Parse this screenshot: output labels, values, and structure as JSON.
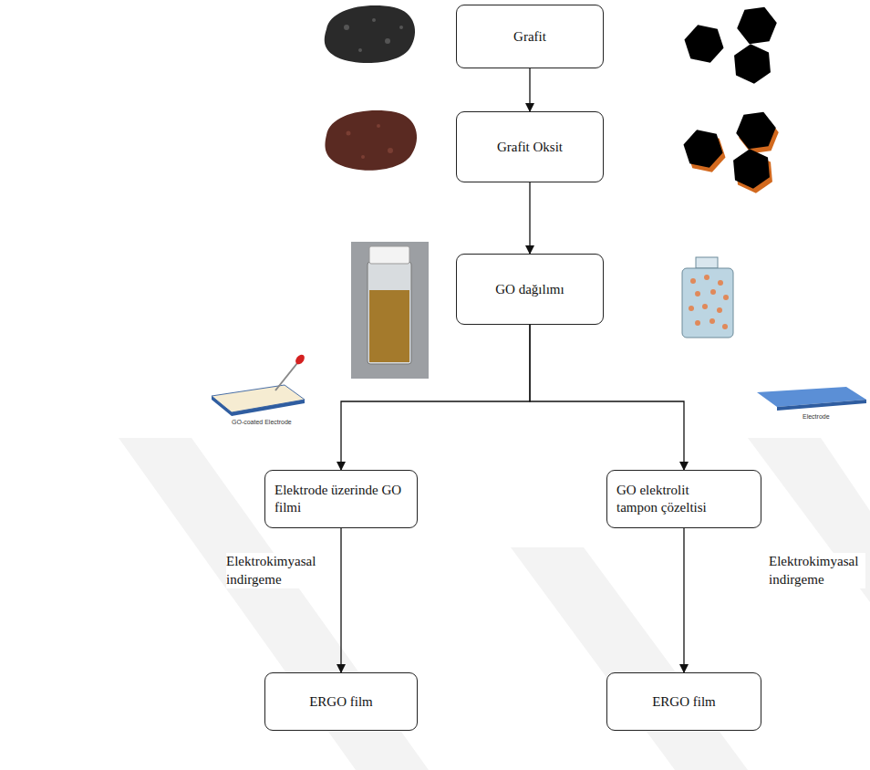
{
  "diagram": {
    "nodes": [
      {
        "text": [
          "Grafit"
        ]
      },
      {
        "text": [
          "Grafit Oksit"
        ]
      },
      {
        "text": [
          "GO dağılımı"
        ]
      },
      {
        "text": [
          "Elektrode üzerinde GO filmi"
        ]
      },
      {
        "text": [
          "GO elektrolit tampon çözeltisi"
        ]
      },
      {
        "text": [
          "ERGO film"
        ]
      },
      {
        "text": [
          "ERGO film"
        ]
      }
    ],
    "edges": [
      {
        "from": 0,
        "to": 1,
        "arrow": "to"
      },
      {
        "from": 1,
        "to": 2,
        "arrow": "to"
      },
      {
        "from": 2,
        "to": 3,
        "arrow": "to"
      },
      {
        "from": 2,
        "to": 4,
        "arrow": "to"
      },
      {
        "from": 3,
        "to": 5,
        "arrow": "to",
        "label": "Elektrokimyasal indirgeme"
      },
      {
        "from": 4,
        "to": 6,
        "arrow": "to",
        "label": "Elektrokimyasal indirgeme"
      }
    ],
    "labels": [
      "GO-coated Electrode",
      "Electrode"
    ]
  }
}
